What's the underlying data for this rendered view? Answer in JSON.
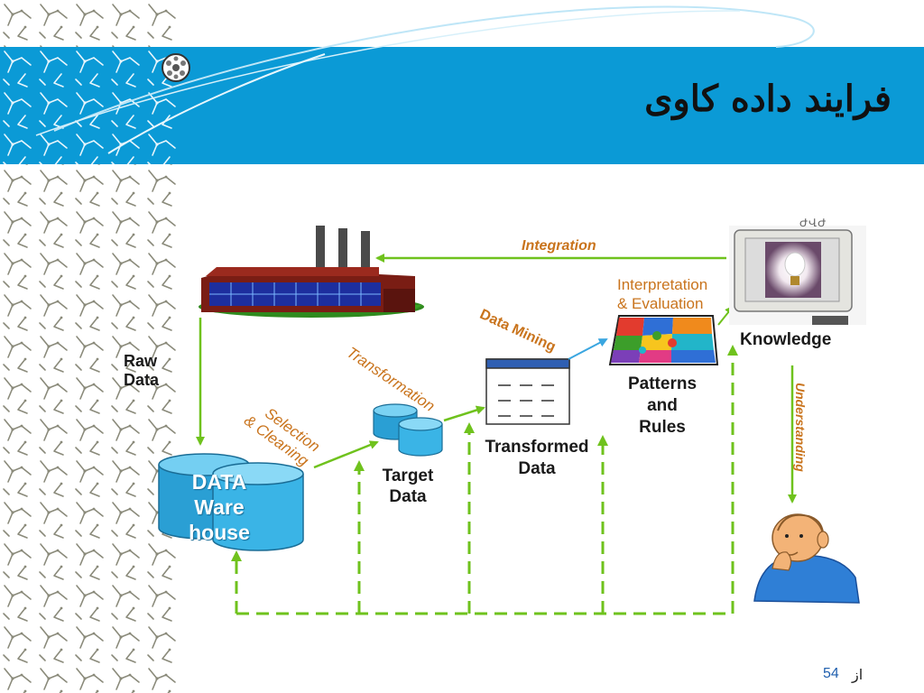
{
  "slide": {
    "title": "فرایند داده کاوی",
    "page_number": "54",
    "page_of_label": "از"
  },
  "diagram": {
    "nodes": {
      "raw_data": [
        "Raw",
        "Data"
      ],
      "warehouse": [
        "DATA",
        "Ware",
        "house"
      ],
      "target_data": [
        "Target",
        "Data"
      ],
      "transformed_data": [
        "Transformed",
        "Data"
      ],
      "patterns": [
        "Patterns",
        "and",
        "Rules"
      ],
      "knowledge": "Knowledge",
      "monitor_caption": "ԺՎԺ"
    },
    "steps": {
      "integration": "Integration",
      "selection": [
        "Selection",
        "& Cleaning"
      ],
      "transformation": "Transformation",
      "data_mining": "Data Mining",
      "interpretation": [
        "Interpretation",
        "& Evaluation"
      ],
      "understanding": "Understanding"
    }
  },
  "colors": {
    "header_band": "#0b9ad6",
    "arrow_green": "#6fc21d",
    "step_orange": "#c9741d",
    "cylinder_blue": "#3ab4e6"
  }
}
